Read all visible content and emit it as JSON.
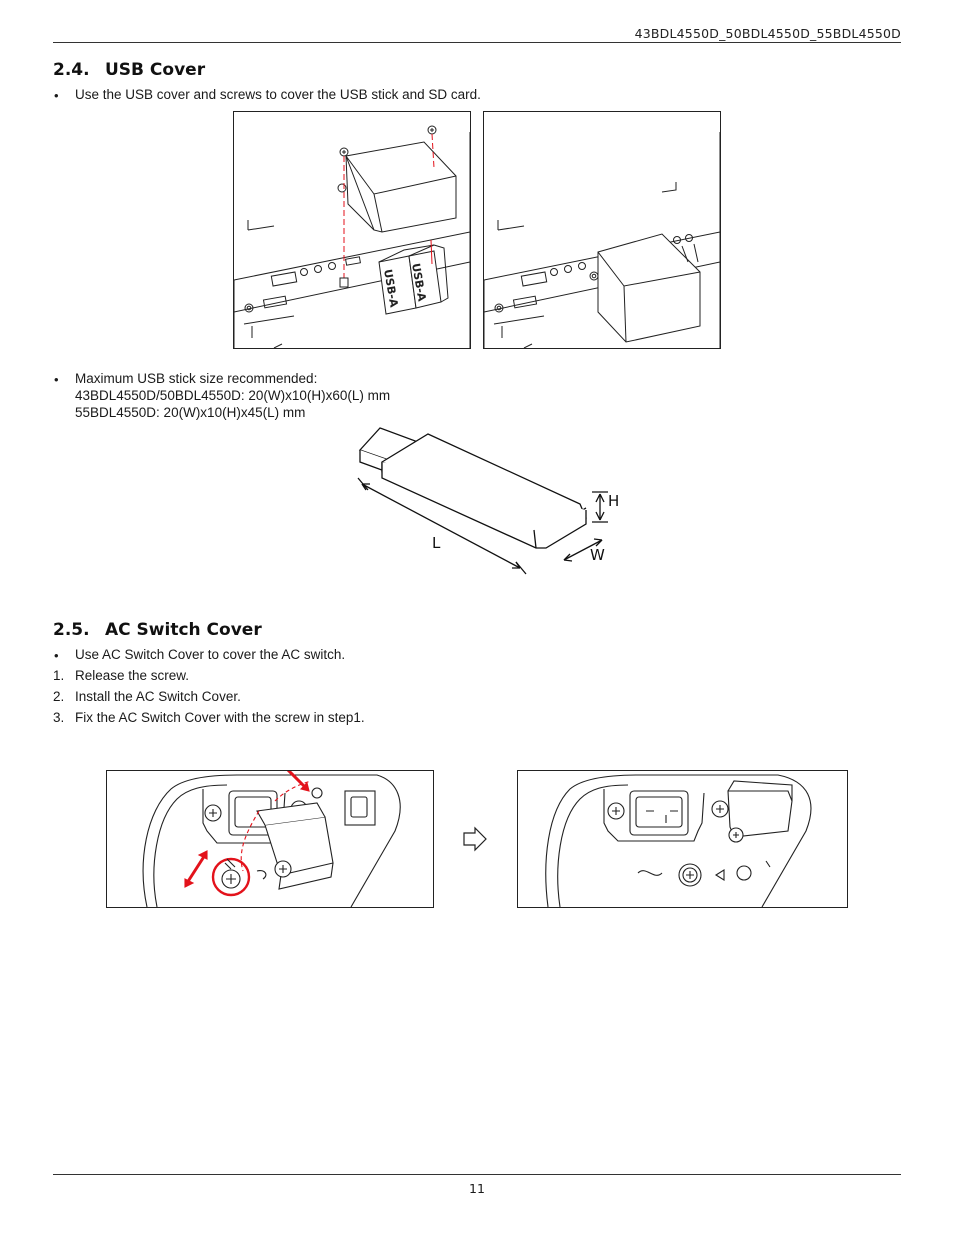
{
  "header": {
    "model_line": "43BDL4550D_50BDL4550D_55BDL4550D"
  },
  "section_usb": {
    "number": "2.4.",
    "title": "USB Cover",
    "bullet1": "Use the USB cover and screws to cover the USB stick and SD card.",
    "usb_label": "USB-A",
    "bullet2_line1": "Maximum USB stick size recommended:",
    "bullet2_line2": "43BDL4550D/50BDL4550D: 20(W)x10(H)x60(L) mm",
    "bullet2_line3": "55BDL4550D: 20(W)x10(H)x45(L) mm",
    "dim_labels": {
      "height": "H",
      "length": "L",
      "width": "W"
    }
  },
  "section_ac": {
    "number": "2.5.",
    "title": "AC Switch Cover",
    "bullet1": "Use AC Switch Cover to cover the AC switch.",
    "steps": [
      {
        "num": "1.",
        "text": "Release the screw."
      },
      {
        "num": "2.",
        "text": "Install the AC Switch Cover."
      },
      {
        "num": "3.",
        "text": "Fix the AC Switch Cover with the screw in step1."
      }
    ]
  },
  "footer": {
    "page_number": "11"
  },
  "colors": {
    "accent_red": "#e3121b",
    "line": "#222222"
  }
}
